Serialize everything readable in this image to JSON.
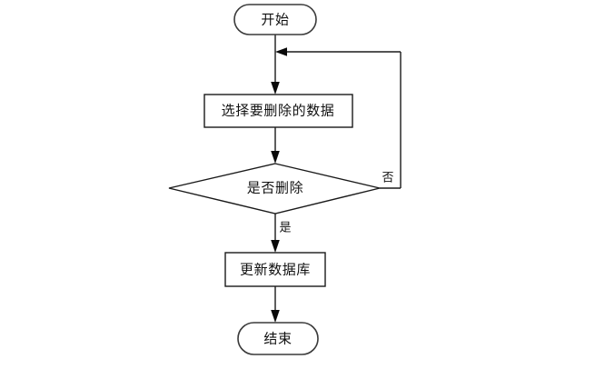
{
  "diagram": {
    "type": "flowchart",
    "orientation": "top-to-bottom",
    "background_color": "#ffffff",
    "line_color": "#1a1a1a",
    "text_color": "#111111",
    "nodes": [
      {
        "id": "start",
        "shape": "terminator",
        "label": "开始"
      },
      {
        "id": "select",
        "shape": "process",
        "label": "选择要删除的数据"
      },
      {
        "id": "decide",
        "shape": "decision",
        "label": "是否删除"
      },
      {
        "id": "update",
        "shape": "process",
        "label": "更新数据库"
      },
      {
        "id": "end",
        "shape": "terminator",
        "label": "结束"
      }
    ],
    "edge_labels": {
      "yes": "是",
      "no": "否"
    }
  }
}
